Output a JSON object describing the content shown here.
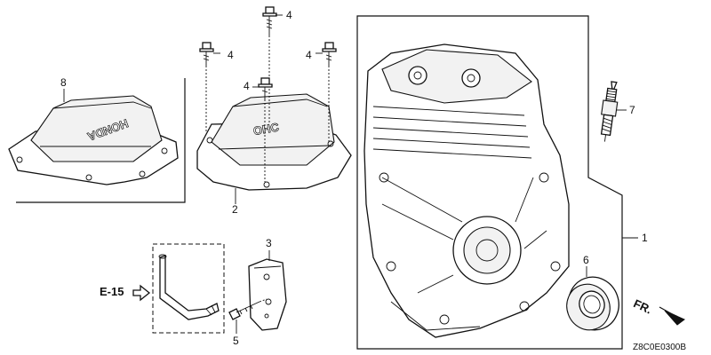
{
  "callouts": {
    "c1": "1",
    "c2": "2",
    "c3": "3",
    "c4a": "4",
    "c4b": "4",
    "c4c": "4",
    "c4d": "4",
    "c5": "5",
    "c6": "6",
    "c7": "7",
    "c8": "8"
  },
  "reference": {
    "label": "E-15"
  },
  "direction": {
    "label": "FR."
  },
  "cover_text": {
    "left": "HONDA",
    "right": "OHC"
  },
  "diagram_code": "Z8C0E0300B"
}
